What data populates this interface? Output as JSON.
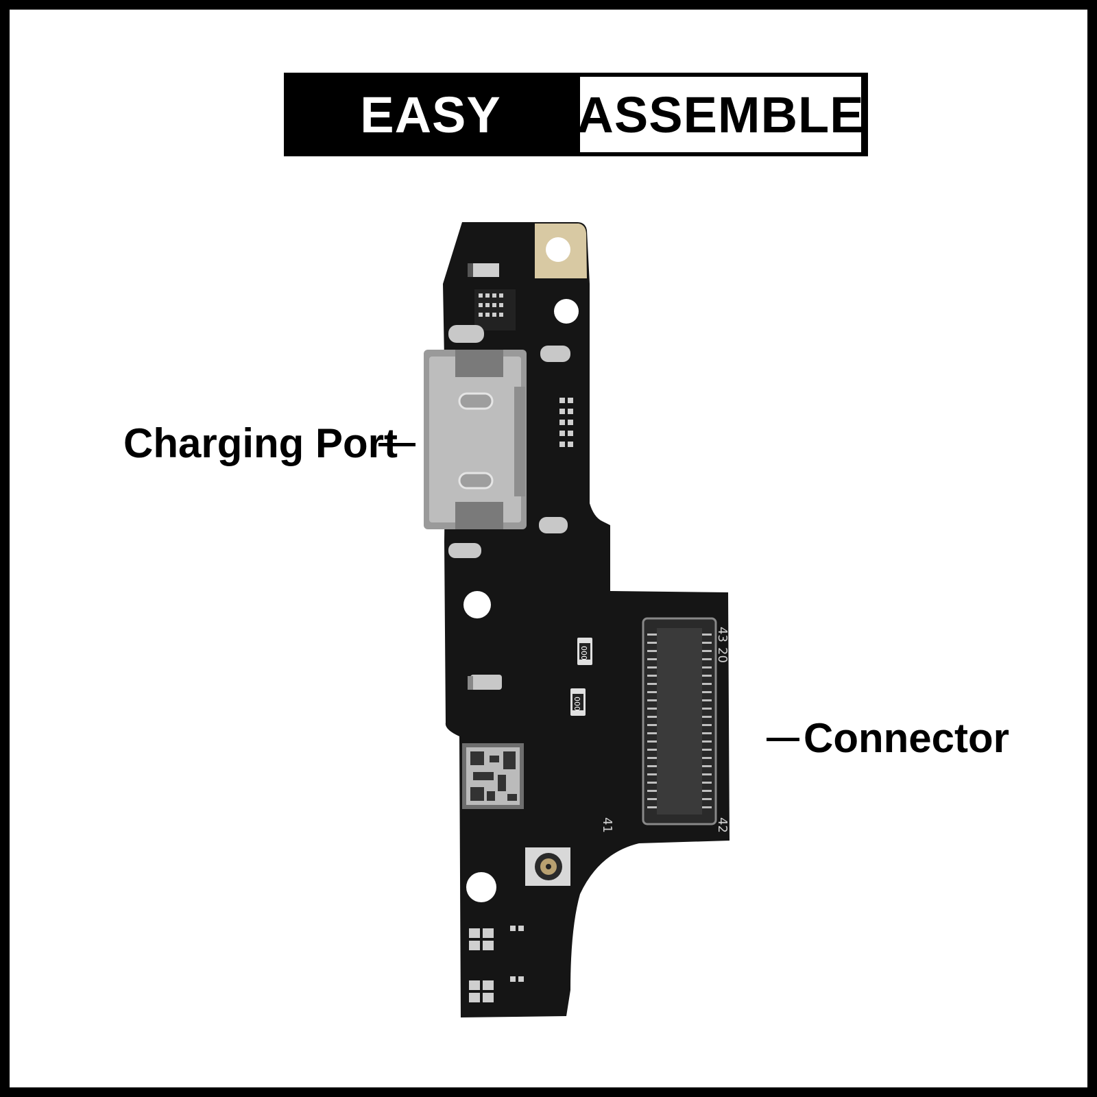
{
  "banner": {
    "left_text": "EASY",
    "right_text": "ASSEMBLE"
  },
  "labels": {
    "charging_port": "Charging Port",
    "connector": "Connector"
  },
  "board_markings": {
    "pin_top_a": "43",
    "pin_top_b": "20",
    "pin_bottom": "42",
    "pin_side": "41",
    "resistor_a": "000",
    "resistor_b": "000"
  },
  "colors": {
    "pcb": "#151515",
    "metal": "#b9b9b9",
    "gold": "#d8c9a3",
    "frame": "#000000",
    "background": "#ffffff"
  }
}
